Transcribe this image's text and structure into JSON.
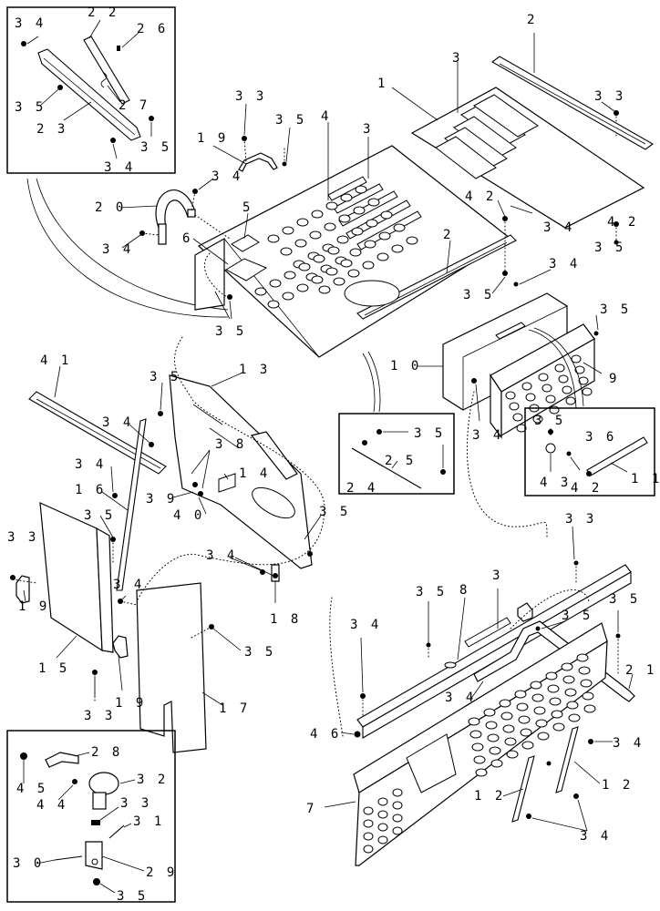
{
  "labels": [
    {
      "id": "l-34a",
      "text": "3 4"
    },
    {
      "id": "l-22",
      "text": "2 2"
    },
    {
      "id": "l-26",
      "text": "2 6"
    },
    {
      "id": "l-27",
      "text": "2 7"
    },
    {
      "id": "l-35a",
      "text": "3 5"
    },
    {
      "id": "l-23",
      "text": "2 3"
    },
    {
      "id": "l-35b",
      "text": "3 5"
    },
    {
      "id": "l-34b",
      "text": "3 4"
    },
    {
      "id": "l-33a",
      "text": "3 3"
    },
    {
      "id": "l-35c",
      "text": "3 5"
    },
    {
      "id": "l-4",
      "text": "4"
    },
    {
      "id": "l-3a",
      "text": "3"
    },
    {
      "id": "l-19a",
      "text": "1 9"
    },
    {
      "id": "l-34c",
      "text": "3 4"
    },
    {
      "id": "l-20",
      "text": "2 0"
    },
    {
      "id": "l-5",
      "text": "5"
    },
    {
      "id": "l-6",
      "text": "6"
    },
    {
      "id": "l-34d",
      "text": "3 4"
    },
    {
      "id": "l-35d",
      "text": "3 5"
    },
    {
      "id": "l-2a",
      "text": "2"
    },
    {
      "id": "l-3b",
      "text": "3"
    },
    {
      "id": "l-1",
      "text": "1"
    },
    {
      "id": "l-33b",
      "text": "3 3"
    },
    {
      "id": "l-42a",
      "text": "4 2"
    },
    {
      "id": "l-34e",
      "text": "3 4"
    },
    {
      "id": "l-42b",
      "text": "4 2"
    },
    {
      "id": "l-35e",
      "text": "3 5"
    },
    {
      "id": "l-2b",
      "text": "2"
    },
    {
      "id": "l-34f",
      "text": "3 4"
    },
    {
      "id": "l-35f",
      "text": "3 5"
    },
    {
      "id": "l-35g",
      "text": "3 5"
    },
    {
      "id": "l-10",
      "text": "1 0"
    },
    {
      "id": "l-9",
      "text": "9"
    },
    {
      "id": "l-34g",
      "text": "3 4"
    },
    {
      "id": "l-41",
      "text": "4 1"
    },
    {
      "id": "l-35h",
      "text": "3 5"
    },
    {
      "id": "l-13",
      "text": "1 3"
    },
    {
      "id": "l-34h",
      "text": "3 4"
    },
    {
      "id": "l-38",
      "text": "3 8"
    },
    {
      "id": "l-34i",
      "text": "3 4"
    },
    {
      "id": "l-14",
      "text": "1 4"
    },
    {
      "id": "l-16",
      "text": "1 6"
    },
    {
      "id": "l-39",
      "text": "3 9"
    },
    {
      "id": "l-40",
      "text": "4 0"
    },
    {
      "id": "l-35i",
      "text": "3 5"
    },
    {
      "id": "l-35j",
      "text": "3 5"
    },
    {
      "id": "l-33c",
      "text": "3 3"
    },
    {
      "id": "l-34j",
      "text": "3 4"
    },
    {
      "id": "l-18",
      "text": "1 8"
    },
    {
      "id": "l-19b",
      "text": "1 9"
    },
    {
      "id": "l-15",
      "text": "1 5"
    },
    {
      "id": "l-34k",
      "text": "3 4"
    },
    {
      "id": "l-35k",
      "text": "3 5"
    },
    {
      "id": "l-19c",
      "text": "1 9"
    },
    {
      "id": "l-33d",
      "text": "3 3"
    },
    {
      "id": "l-17",
      "text": "1 7"
    },
    {
      "id": "l-35l",
      "text": "3 5"
    },
    {
      "id": "l-25",
      "text": "2 5"
    },
    {
      "id": "l-24",
      "text": "2 4"
    },
    {
      "id": "l-35m",
      "text": "3 5"
    },
    {
      "id": "l-36",
      "text": "3 6"
    },
    {
      "id": "l-43",
      "text": "4 3"
    },
    {
      "id": "l-42c",
      "text": "4 2"
    },
    {
      "id": "l-11",
      "text": "1 1"
    },
    {
      "id": "l-33e",
      "text": "3 3"
    },
    {
      "id": "l-35n",
      "text": "3 5"
    },
    {
      "id": "l-8",
      "text": "8"
    },
    {
      "id": "l-3c",
      "text": "3"
    },
    {
      "id": "l-35o",
      "text": "3 5"
    },
    {
      "id": "l-35p",
      "text": "3 5"
    },
    {
      "id": "l-34l",
      "text": "3 4"
    },
    {
      "id": "l-21",
      "text": "2 1"
    },
    {
      "id": "l-34m",
      "text": "3 4"
    },
    {
      "id": "l-46",
      "text": "4 6"
    },
    {
      "id": "l-34n",
      "text": "3 4"
    },
    {
      "id": "l-12a",
      "text": "1 2"
    },
    {
      "id": "l-12b",
      "text": "1 2"
    },
    {
      "id": "l-7",
      "text": "7"
    },
    {
      "id": "l-34o",
      "text": "3 4"
    },
    {
      "id": "l-28",
      "text": "2 8"
    },
    {
      "id": "l-45",
      "text": "4 5"
    },
    {
      "id": "l-32",
      "text": "3 2"
    },
    {
      "id": "l-44",
      "text": "4 4"
    },
    {
      "id": "l-33f",
      "text": "3 3"
    },
    {
      "id": "l-31",
      "text": "3 1"
    },
    {
      "id": "l-30",
      "text": "3 0"
    },
    {
      "id": "l-29",
      "text": "2 9"
    },
    {
      "id": "l-35q",
      "text": "3 5"
    }
  ]
}
